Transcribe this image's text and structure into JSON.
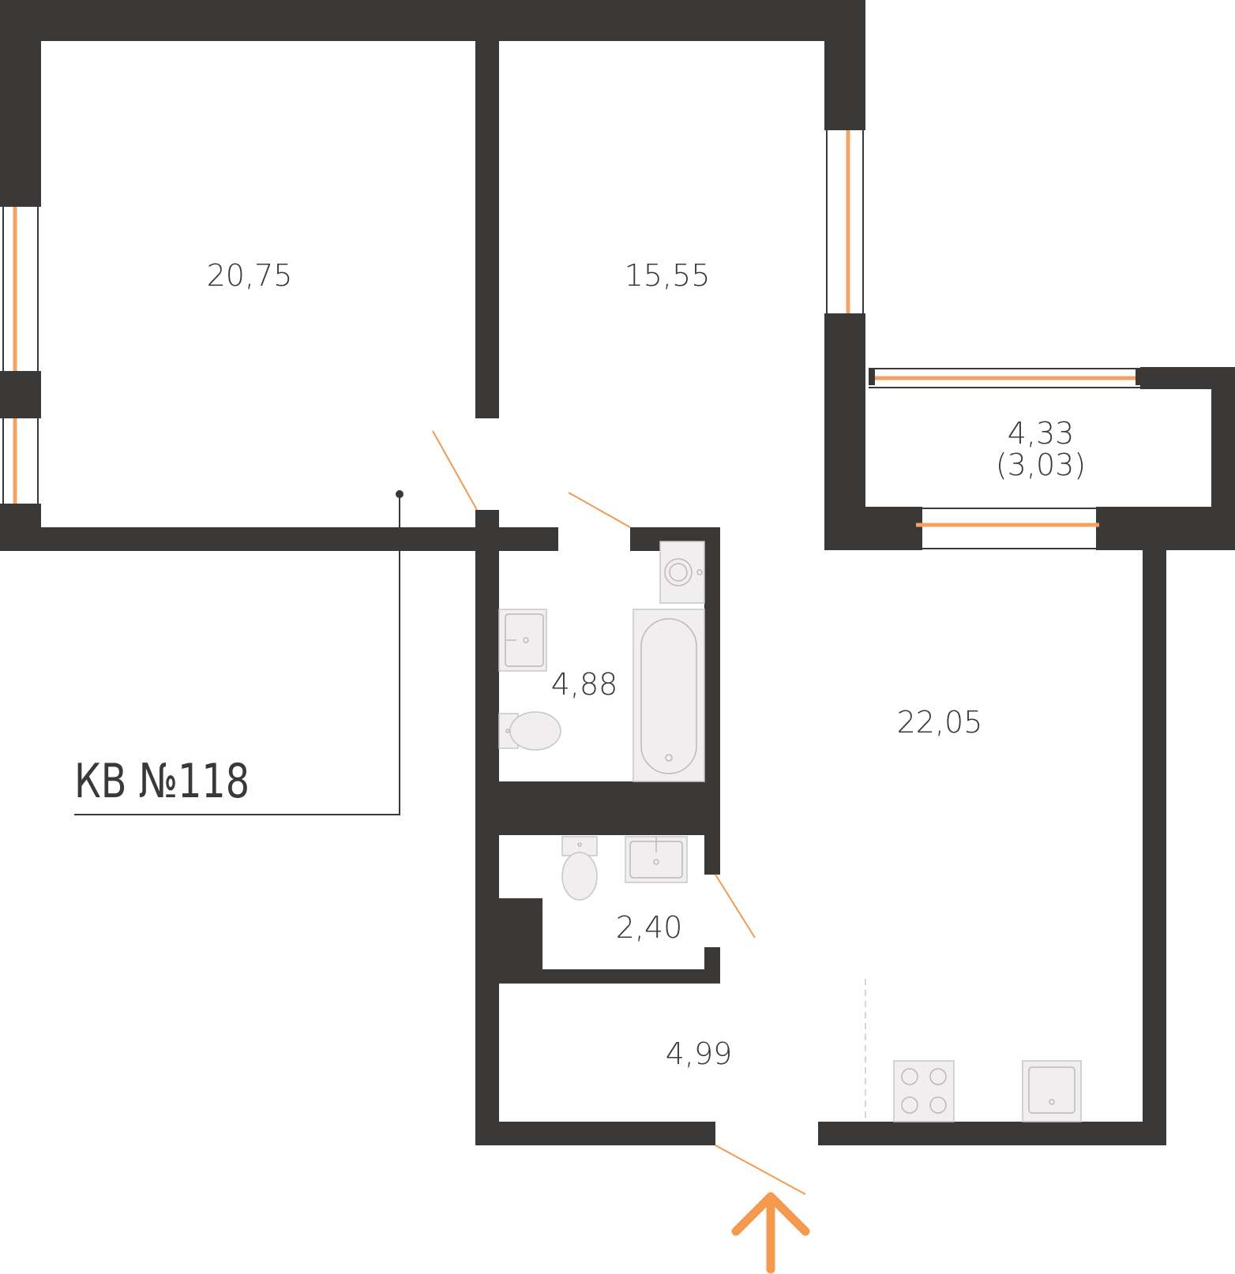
{
  "apartment": {
    "label": "КВ №118"
  },
  "rooms": {
    "bedroom_1": "20,75",
    "bedroom_2": "15,55",
    "balcony_area": "4,33",
    "balcony_reduced": "(3,03)",
    "bathroom": "4,88",
    "kitchen_living": "22,05",
    "toilet": "2,40",
    "hallway": "4,99"
  },
  "colors": {
    "wall": "#3b3838",
    "accent": "#f39a4f",
    "fixture": "#f0eeee"
  },
  "icons": [
    "entrance-arrow-icon",
    "washing-machine-icon",
    "bathtub-icon",
    "sink-icon",
    "toilet-icon",
    "stove-icon",
    "kitchen-sink-icon"
  ]
}
